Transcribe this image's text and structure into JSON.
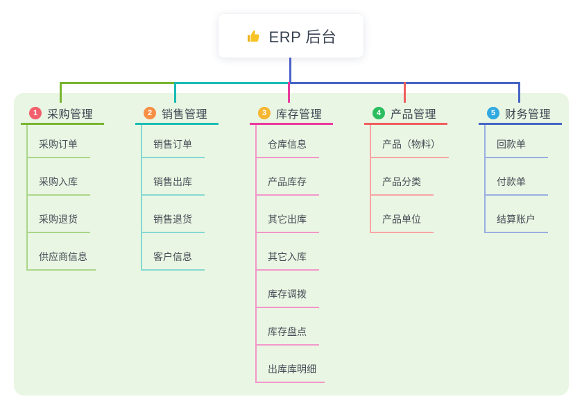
{
  "root": {
    "title": "ERP 后台",
    "icon": "thumbs-up-icon",
    "stem_color": "#4c60c9"
  },
  "panel_bg": "#e9f6e3",
  "branches": [
    {
      "num": "1",
      "title": "采购管理",
      "badge_color": "#f3606d",
      "line_color": "#79b531",
      "child_line_color": "#abd68a",
      "children": [
        "采购订单",
        "采购入库",
        "采购退货",
        "供应商信息"
      ]
    },
    {
      "num": "2",
      "title": "销售管理",
      "badge_color": "#f78f44",
      "line_color": "#19bcb4",
      "child_line_color": "#84d9d2",
      "children": [
        "销售订单",
        "销售出库",
        "销售退货",
        "客户信息"
      ]
    },
    {
      "num": "3",
      "title": "库存管理",
      "badge_color": "#f6b632",
      "line_color": "#e93a9e",
      "child_line_color": "#f397ca",
      "children": [
        "仓库信息",
        "产品库存",
        "其它出库",
        "其它入库",
        "库存调拨",
        "库存盘点",
        "出库库明细"
      ]
    },
    {
      "num": "4",
      "title": "产品管理",
      "badge_color": "#2cbd60",
      "line_color": "#f15e5e",
      "child_line_color": "#f7a5a5",
      "children": [
        "产品（物料）",
        "产品分类",
        "产品单位"
      ]
    },
    {
      "num": "5",
      "title": "财务管理",
      "badge_color": "#30a8e0",
      "line_color": "#4565c5",
      "child_line_color": "#9aaee2",
      "children": [
        "回款单",
        "付款单",
        "结算账户"
      ]
    }
  ]
}
